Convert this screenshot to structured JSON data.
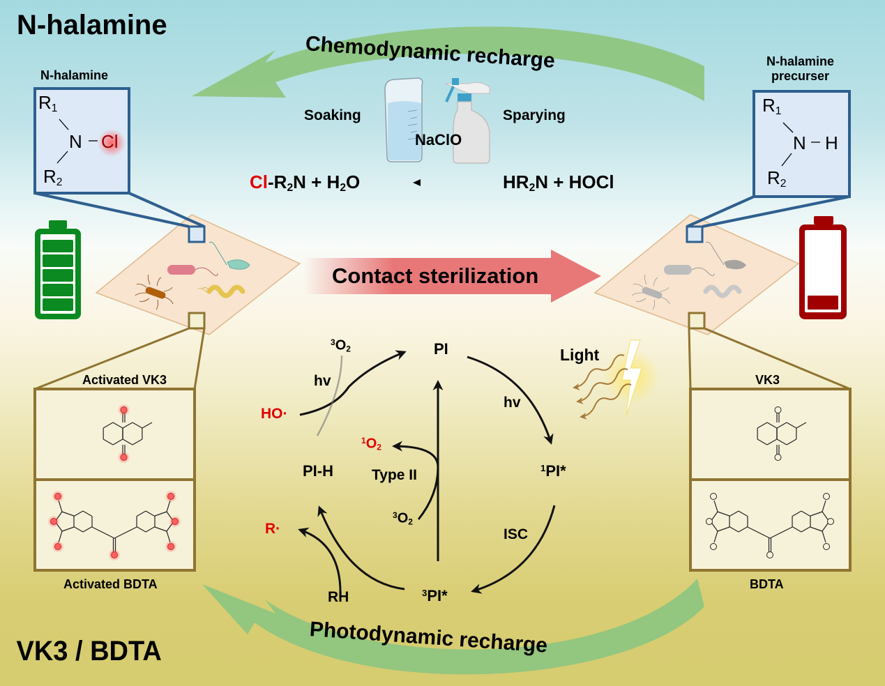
{
  "titles": {
    "top": "N-halamine",
    "bottom": "VK3 / BDTA"
  },
  "arrows": {
    "chemodynamic": "Chemodynamic recharge",
    "photodynamic": "Photodynamic recharge",
    "contact": "Contact sterilization"
  },
  "chemo": {
    "soaking": "Soaking",
    "spraying": "Sparying",
    "reagent": "NaClO",
    "product_cl": "Cl",
    "product_rest": "-R",
    "product_n": "N + H",
    "product_o": "O",
    "reactant_a": "HR",
    "reactant_b": "N + HOCl",
    "sub2": "2"
  },
  "left_panel": {
    "label": "N-halamine",
    "r1": "R",
    "r2": "R",
    "n": "N",
    "bond": "−",
    "cl": "Cl",
    "one": "1",
    "two": "2"
  },
  "right_panel": {
    "label_line1": "N-halamine",
    "label_line2": "precurser",
    "r1": "R",
    "r2": "R",
    "n": "N",
    "bond": "−",
    "h": "H",
    "one": "1",
    "two": "2"
  },
  "batteries": {
    "left": {
      "state": "full",
      "charge": 1.0,
      "color": "#0a8a20"
    },
    "right": {
      "state": "low",
      "charge": 0.15,
      "color": "#a00000"
    }
  },
  "molecules": {
    "left_top": "Activated VK3",
    "left_bottom": "Activated BDTA",
    "right_top": "VK3",
    "right_bottom": "BDTA"
  },
  "cycle": {
    "pi": "PI",
    "pi_h": "PI-H",
    "singlet": "PI*",
    "singlet_sup": "1",
    "triplet": "PI*",
    "triplet_sup": "3",
    "hv_top": "hv",
    "hv_right": "hv",
    "isc": "ISC",
    "type2": "Type II",
    "o2_top": "O",
    "o2_top_sup": "3",
    "o2_mid": "O",
    "o2_mid_sup": "3",
    "singlet_o2": "O",
    "singlet_o2_sup": "1",
    "ho": "HO·",
    "r": "R·",
    "rh": "RH",
    "light": "Light",
    "sub2": "2"
  },
  "colors": {
    "green_arrow": "#8fc57f",
    "contact_arrow": "#e87878",
    "blue_box": "#2e5f8f",
    "gold_box": "#8f7430",
    "radical_red": "#e00000"
  }
}
